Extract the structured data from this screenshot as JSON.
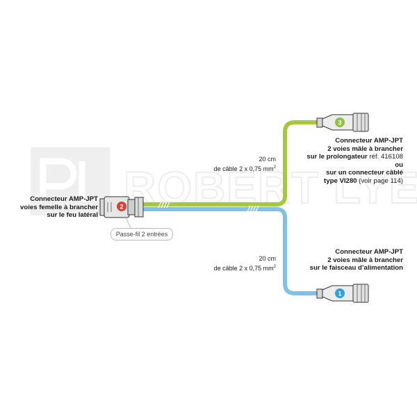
{
  "watermark": {
    "text": "ROBERT LYE"
  },
  "colors": {
    "green": "#a8c83c",
    "blue": "#82c1e4",
    "badge_red": "#d84237",
    "badge_green": "#8fc33f",
    "badge_blue": "#2fa2dc"
  },
  "left_connector": {
    "badge": "2",
    "lines": [
      "Connecteur AMP-JPT",
      "voies femelle à brancher",
      "sur le feu latéral"
    ]
  },
  "grommet_callout": "Passe-fil 2 entrées",
  "upper_cable": {
    "length": "20 cm",
    "spec": "de câble 2 x 0,75 mm",
    "sup": "2"
  },
  "lower_cable": {
    "length": "20 cm",
    "spec": "de câble 2 x 0,75 mm",
    "sup": "2"
  },
  "connector_3": {
    "badge": "3",
    "line1": "Connecteur AMP-JPT",
    "line2": "2 voies mâle à brancher",
    "line3_bold": "sur le prolongateur",
    "line3_rest": " réf. 416108",
    "line4": "ou",
    "line5": "sur un connecteur câblé",
    "line6_bold": "type VI280",
    "line6_rest": " (voir page 114)"
  },
  "connector_1": {
    "badge": "1",
    "lines": [
      "Connecteur AMP-JPT",
      "2 voies mâle à brancher",
      "sur le faisceau d’alimentation"
    ]
  }
}
